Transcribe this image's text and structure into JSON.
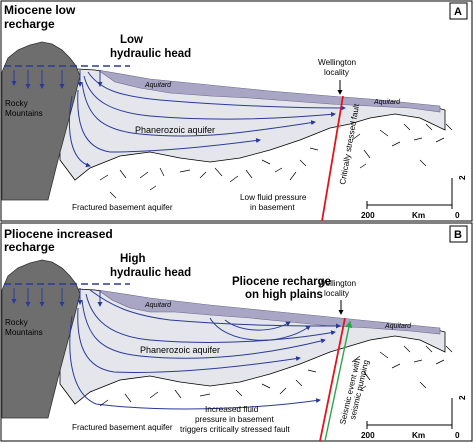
{
  "panel_a": {
    "letter": "A",
    "title_line1": "Miocene low",
    "title_line2": "recharge",
    "head_line1": "Low",
    "head_line2": "hydraulic head",
    "locality_line1": "Wellington",
    "locality_line2": "locality",
    "aquitard_left": "Aquitard",
    "aquitard_right": "Aquitard",
    "mountains_line1": "Rocky",
    "mountains_line2": "Mountains",
    "phanerozoic": "Phanerozoic aquifer",
    "basement": "Fractured basement aquifer",
    "pressure_line1": "Low fluid pressure",
    "pressure_line2": "in basement",
    "fault": "Critically stressed fault",
    "scale_value": "200",
    "scale_unit": "Km",
    "scale_zero": "0",
    "scale_vertical": "2"
  },
  "panel_b": {
    "letter": "B",
    "title_line1": "Pliocene increased",
    "title_line2": "recharge",
    "head_line1": "High",
    "head_line2": "hydraulic head",
    "plains_line1": "Pliocene recharge",
    "plains_line2": "on high plains",
    "locality_line1": "Wellington",
    "locality_line2": "locality",
    "aquitard_left": "Aquitard",
    "aquitard_right": "Aquitard",
    "mountains_line1": "Rocky",
    "mountains_line2": "Mountains",
    "phanerozoic": "Phanerozoic aquifer",
    "basement": "Fractured basement aquifer",
    "pressure_line1": "Increased fluid",
    "pressure_line2": "pressure in basement",
    "pressure_line3": "triggers critically stressed fault",
    "seismic_line1": "Seismic event with",
    "seismic_line2": "seismic pumping",
    "scale_value": "200",
    "scale_unit": "Km",
    "scale_zero": "0",
    "scale_vertical": "2"
  },
  "colors": {
    "mountain": "#6e6e6e",
    "aquifer": "#e4e6ec",
    "aquitard": "#a8a6c4",
    "flow": "#2b3a9a",
    "fault": "#e0141c",
    "seismic": "#2aa64a"
  }
}
